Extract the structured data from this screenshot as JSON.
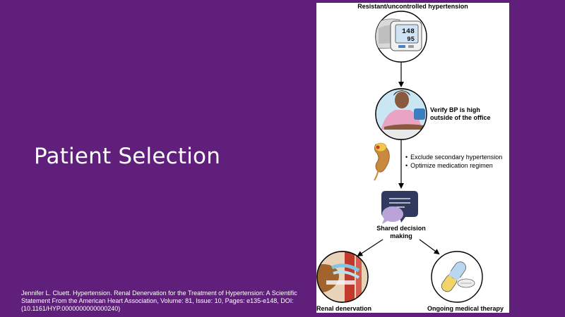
{
  "slide": {
    "title": "Patient Selection",
    "citation": "Jennifer L. Cluett. Hypertension. Renal Denervation for the Treatment of Hypertension: A Scientific Statement From the American Heart Association, Volume: 81, Issue: 10, Pages: e135-e148, DOI: (10.1161/HYP.0000000000000240)"
  },
  "figure": {
    "step1_label": "Resistant/uncontrolled hypertension",
    "bp_monitor": {
      "systolic": "148",
      "diastolic": "95"
    },
    "step2_label_line1": "Verify BP is high",
    "step2_label_line2": "outside of the office",
    "step3_bullets": [
      "Exclude secondary hypertension",
      "Optimize medication regimen"
    ],
    "step4_label_line1": "Shared decision",
    "step4_label_line2": "making",
    "outcome_left": "Renal denervation",
    "outcome_right": "Ongoing medical therapy"
  },
  "colors": {
    "background": "#5f1f7a",
    "figure_bg": "#ffffff",
    "speech_dark": "#2f3a5e",
    "speech_light": "#b9a3d8",
    "pill_yellow": "#f1d46a",
    "pill_blue": "#b9d7f0"
  }
}
